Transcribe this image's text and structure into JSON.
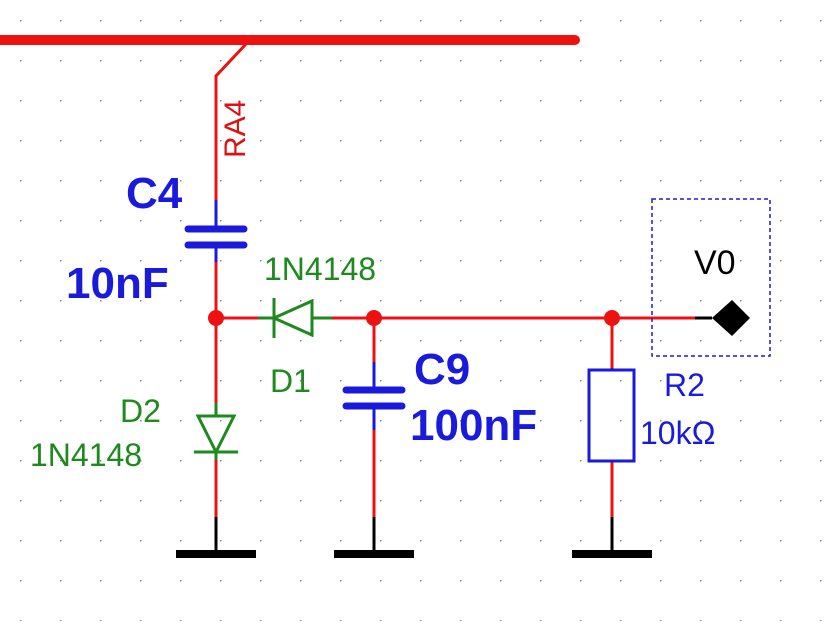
{
  "colors": {
    "wire": "#ee1111",
    "component": "#1a1adc",
    "diode": "#1e8a1e",
    "ground": "#000000",
    "grid_dot": "#8a8a8a",
    "port_border": "#1a1adc"
  },
  "bus_net_label": "RA4",
  "components": {
    "c4": {
      "ref": "C4",
      "value": "10nF"
    },
    "c9": {
      "ref": "C9",
      "value": "100nF"
    },
    "d1": {
      "ref": "D1",
      "value": "1N4148"
    },
    "d2": {
      "ref": "D2",
      "value": "1N4148"
    },
    "r2": {
      "ref": "R2",
      "value": "10kΩ"
    }
  },
  "port": {
    "label": "V0",
    "icon": "diamond-port-icon"
  }
}
